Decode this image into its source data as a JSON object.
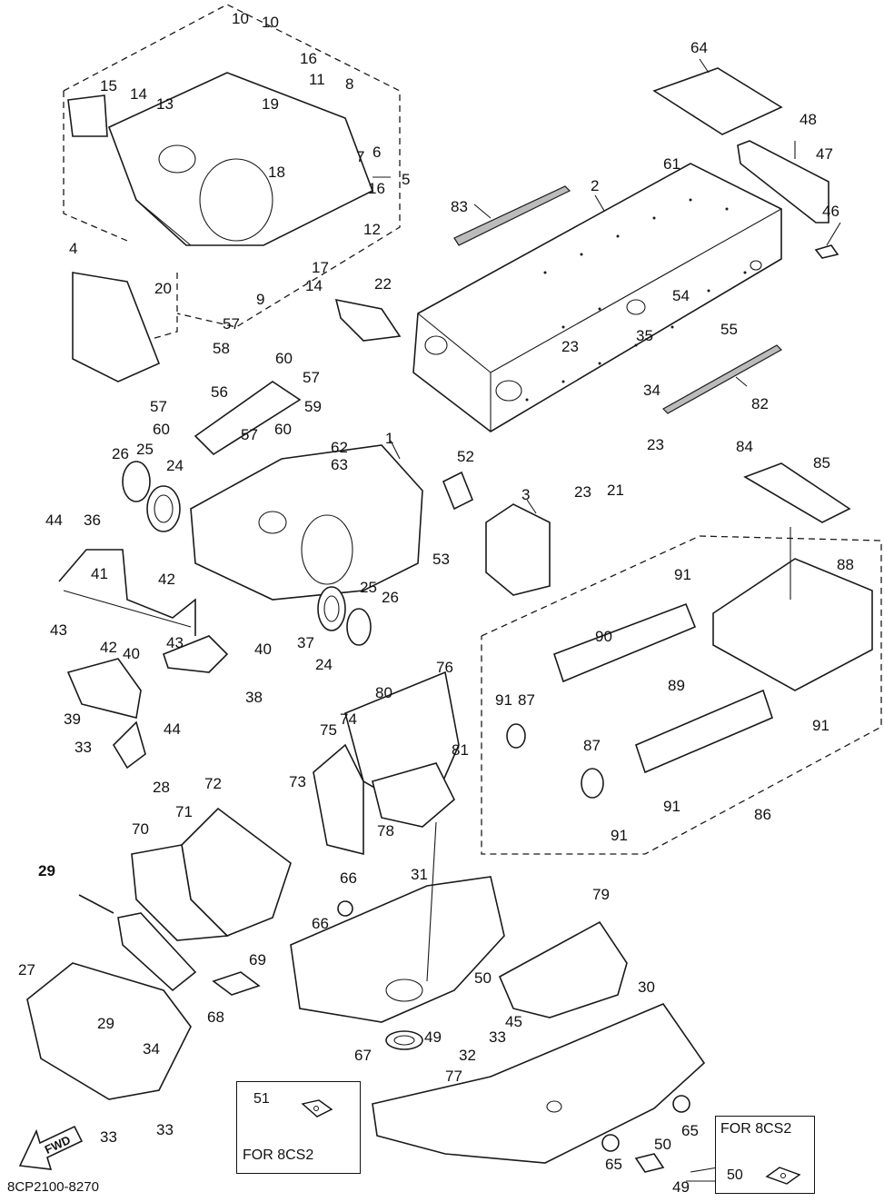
{
  "diagram_code": "8CP2100-8270",
  "direction_label": "FWD",
  "notes": {
    "note_51": {
      "part": "51",
      "text": "FOR 8CS2"
    },
    "note_50": {
      "part": "50",
      "text": "FOR 8CS2"
    }
  },
  "callouts": {
    "c1": "1",
    "c2": "2",
    "c3": "3",
    "c4": "4",
    "c5": "5",
    "c6": "6",
    "c7": "7",
    "c8": "8",
    "c9": "9",
    "c10a": "10",
    "c10b": "10",
    "c11": "11",
    "c12": "12",
    "c13": "13",
    "c14a": "14",
    "c14b": "14",
    "c15": "15",
    "c16a": "16",
    "c16b": "16",
    "c17": "17",
    "c18": "18",
    "c19": "19",
    "c20": "20",
    "c21": "21",
    "c22": "22",
    "c23a": "23",
    "c23b": "23",
    "c23c": "23",
    "c24a": "24",
    "c24b": "24",
    "c25a": "25",
    "c25b": "25",
    "c26a": "26",
    "c26b": "26",
    "c27": "27",
    "c28": "28",
    "c29a": "29",
    "c29b": "29",
    "c30": "30",
    "c31": "31",
    "c32": "32",
    "c33a": "33",
    "c33b": "33",
    "c33c": "33",
    "c33d": "33",
    "c34a": "34",
    "c34b": "34",
    "c35": "35",
    "c36": "36",
    "c37": "37",
    "c38": "38",
    "c39": "39",
    "c40a": "40",
    "c40b": "40",
    "c41": "41",
    "c42a": "42",
    "c42b": "42",
    "c43a": "43",
    "c43b": "43",
    "c44a": "44",
    "c44b": "44",
    "c45": "45",
    "c46": "46",
    "c47": "47",
    "c48": "48",
    "c49a": "49",
    "c49b": "49",
    "c50a": "50",
    "c50b": "50",
    "c52": "52",
    "c53": "53",
    "c54": "54",
    "c55": "55",
    "c56": "56",
    "c57a": "57",
    "c57b": "57",
    "c57c": "57",
    "c57d": "57",
    "c58": "58",
    "c59": "59",
    "c60a": "60",
    "c60b": "60",
    "c60c": "60",
    "c61": "61",
    "c62": "62",
    "c63": "63",
    "c64": "64",
    "c65a": "65",
    "c65b": "65",
    "c66a": "66",
    "c66b": "66",
    "c67": "67",
    "c68": "68",
    "c69": "69",
    "c70": "70",
    "c71": "71",
    "c72": "72",
    "c73": "73",
    "c74": "74",
    "c75": "75",
    "c76": "76",
    "c77": "77",
    "c78": "78",
    "c79": "79",
    "c80": "80",
    "c81": "81",
    "c82": "82",
    "c83": "83",
    "c84": "84",
    "c85": "85",
    "c86": "86",
    "c87a": "87",
    "c87b": "87",
    "c88": "88",
    "c89": "89",
    "c90": "90",
    "c91a": "91",
    "c91b": "91",
    "c91c": "91",
    "c91d": "91",
    "c91e": "91"
  }
}
